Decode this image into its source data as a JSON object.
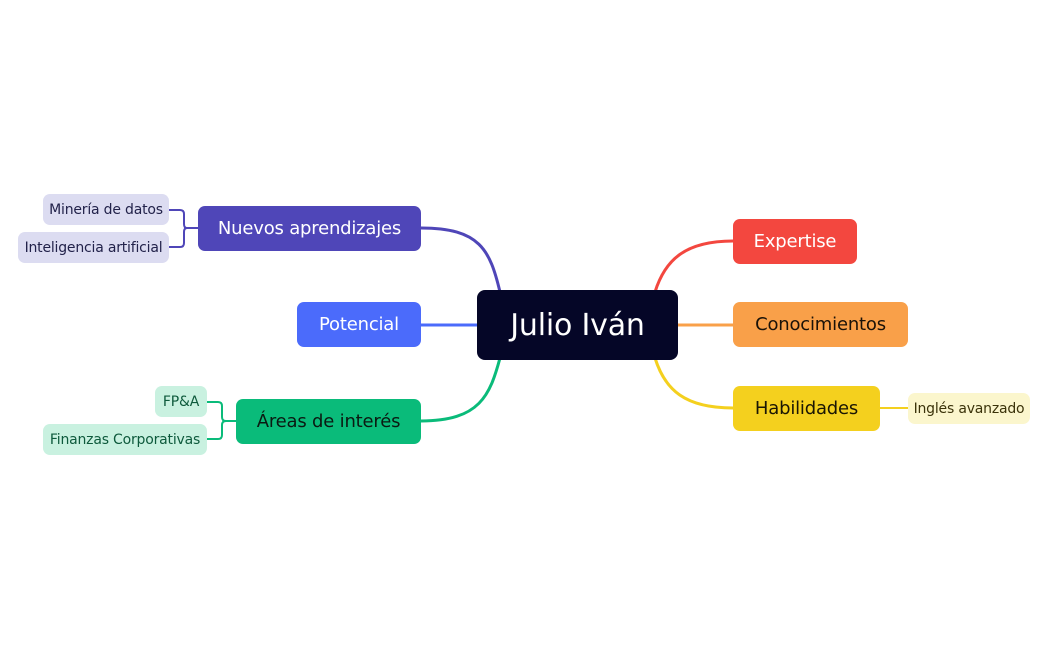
{
  "root": {
    "label": "Julio Iván",
    "color": "#050627"
  },
  "branches": [
    {
      "id": "nuevos",
      "label": "Nuevos aprendizajes",
      "color": "#4f46b8",
      "children": [
        "Minería de datos",
        "Inteligencia artificial"
      ]
    },
    {
      "id": "potencial",
      "label": "Potencial",
      "color": "#4b6bfb",
      "children": []
    },
    {
      "id": "areas",
      "label": "Áreas de interés",
      "color": "#0abb7a",
      "children": [
        "FP&A",
        "Finanzas Corporativas"
      ]
    },
    {
      "id": "expertise",
      "label": "Expertise",
      "color": "#f3473f",
      "children": []
    },
    {
      "id": "conocimientos",
      "label": "Conocimientos",
      "color": "#f9a049",
      "children": []
    },
    {
      "id": "habilidades",
      "label": "Habilidades",
      "color": "#f4d01e",
      "children": [
        "Inglés avanzado"
      ]
    }
  ]
}
